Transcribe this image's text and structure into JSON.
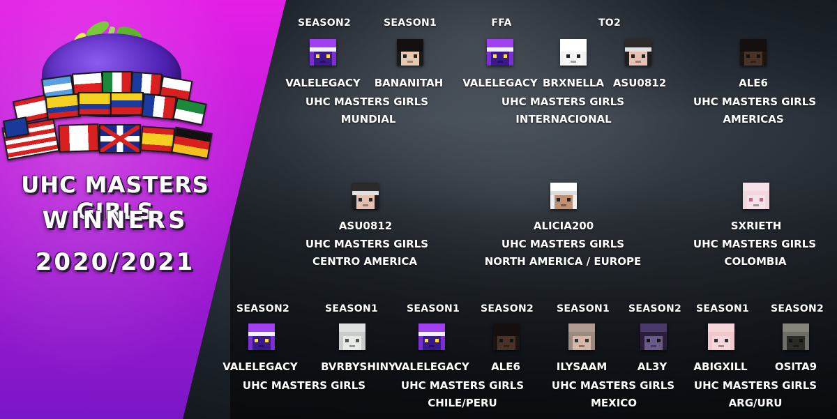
{
  "title": {
    "line1": "UHC MASTERS GIRLS",
    "line2": "WINNERS",
    "line3": "2020/2021"
  },
  "colors": {
    "panel_top": "#e41fe6",
    "panel_bottom": "#7a17c6",
    "text": "#ffffff"
  },
  "row1": {
    "mundial": {
      "winners": [
        {
          "season": "SEASON2",
          "name": "VALELEGACY",
          "skin": "purple-hat"
        },
        {
          "season": "SEASON1",
          "name": "BANANITAH",
          "skin": "black-hair"
        }
      ],
      "event": "UHC MASTERS GIRLS",
      "region": "MUNDIAL"
    },
    "internacional": {
      "winners": [
        {
          "season": "FFA",
          "name": "VALELEGACY",
          "skin": "purple-hat"
        },
        {
          "season": "",
          "name": "BRXNELLA",
          "skin": "white-bear"
        },
        {
          "season": "",
          "name": "ASU0812",
          "skin": "dark-cap"
        }
      ],
      "to2_label": "TO2",
      "event": "UHC MASTERS GIRLS",
      "region": "INTERNACIONAL"
    },
    "americas": {
      "winners": [
        {
          "season": "",
          "name": "ALE6",
          "skin": "dark-skin"
        }
      ],
      "event": "UHC MASTERS GIRLS",
      "region": "AMERICAS"
    }
  },
  "row2": {
    "centro": {
      "name": "ASU0812",
      "skin": "dark-cap",
      "event": "UHC MASTERS GIRLS",
      "region": "CENTRO AMERICA"
    },
    "na_eu": {
      "name": "ALICIA200",
      "skin": "white-head",
      "event": "UHC MASTERS GIRLS",
      "region": "NORTH AMERICA / EUROPE"
    },
    "colombia": {
      "name": "SXRIETH",
      "skin": "pink-hair",
      "event": "UHC MASTERS GIRLS",
      "region": "COLOMBIA"
    }
  },
  "row3": {
    "g1": {
      "winners": [
        {
          "season": "SEASON2",
          "name": "VALELEGACY",
          "skin": "purple-hat"
        },
        {
          "season": "SEASON1",
          "name": "BVRBYSHINY",
          "skin": "grey-hair"
        }
      ],
      "event": "UHC MASTERS GIRLS",
      "region": ""
    },
    "chile_peru": {
      "winners": [
        {
          "season": "SEASON1",
          "name": "VALELEGACY",
          "skin": "purple-hat"
        },
        {
          "season": "SEASON2",
          "name": "ALE6",
          "skin": "dark-skin"
        }
      ],
      "event": "UHC MASTERS GIRLS",
      "region": "CHILE/PERU"
    },
    "mexico": {
      "winners": [
        {
          "season": "SEASON1",
          "name": "ILYSAAM",
          "skin": "brown-hair"
        },
        {
          "season": "SEASON2",
          "name": "AL3Y",
          "skin": "purple-dark"
        }
      ],
      "event": "UHC MASTERS GIRLS",
      "region": "MEXICO"
    },
    "arg_uru": {
      "winners": [
        {
          "season": "SEASON1",
          "name": "ABIGXILL",
          "skin": "pink-pig"
        },
        {
          "season": "SEASON2",
          "name": "OSITA9",
          "skin": "grey-dark"
        }
      ],
      "event": "UHC MASTERS GIRLS",
      "region": "ARG/URU"
    }
  }
}
